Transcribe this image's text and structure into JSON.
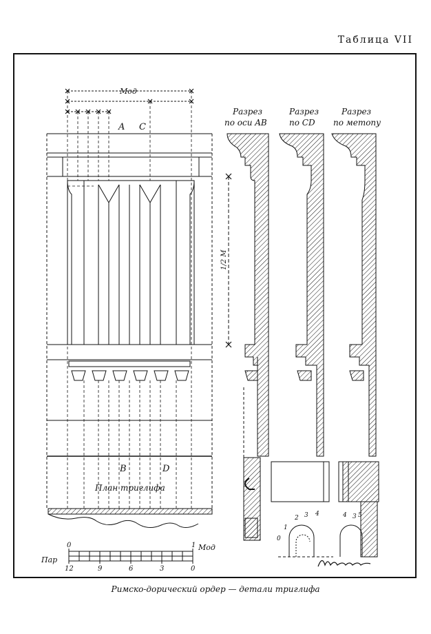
{
  "plate": {
    "header": "Таблица VII",
    "caption": "Римско-дорический ордер — детали триглифа"
  },
  "labels": {
    "mod_top": "Мод",
    "axis_a": "A",
    "axis_c": "C",
    "axis_b": "B",
    "axis_d": "D",
    "half_module": "1/2 М",
    "plan": "План триглифа",
    "section_ab_1": "Разрез",
    "section_ab_2": "по оси AB",
    "section_cd_1": "Разрез",
    "section_cd_2": "по CD",
    "section_metope_1": "Разрез",
    "section_metope_2": "по метопу"
  },
  "scale": {
    "label_parts": "Пар",
    "label_mod": "Мод",
    "top_left": "0",
    "top_right": "1",
    "bottom_values": [
      "12",
      "9",
      "6",
      "3",
      "0"
    ]
  },
  "detail_numbers_left": [
    "0",
    "1",
    "2",
    "3",
    "4"
  ],
  "detail_numbers_right": [
    "3",
    "4",
    "5"
  ],
  "colors": {
    "ink": "#111111",
    "paper": "#ffffff"
  }
}
